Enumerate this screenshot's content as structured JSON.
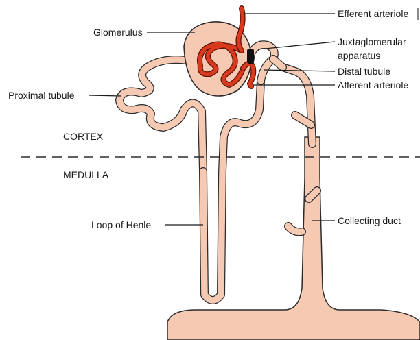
{
  "labels": {
    "efferent_arteriole": "Efferent arteriole",
    "glomerulus": "Glomerulus",
    "juxtaglomerular_line1": "Juxtaglomerular",
    "juxtaglomerular_line2": "apparatus",
    "distal_tubule": "Distal tubule",
    "afferent_arteriole": "Afferent arteriole",
    "proximal_tubule": "Proximal tubule",
    "cortex": "CORTEX",
    "medulla": "MEDULLA",
    "loop_of_henle": "Loop of Henle",
    "collecting_duct": "Collecting duct"
  },
  "colors": {
    "tubule_fill": "#f6c9b3",
    "tubule_outline": "#2b2b2b",
    "vessel_fill": "#d93a1e",
    "vessel_outline": "#5a1008",
    "jg_apparatus": "#111111"
  }
}
